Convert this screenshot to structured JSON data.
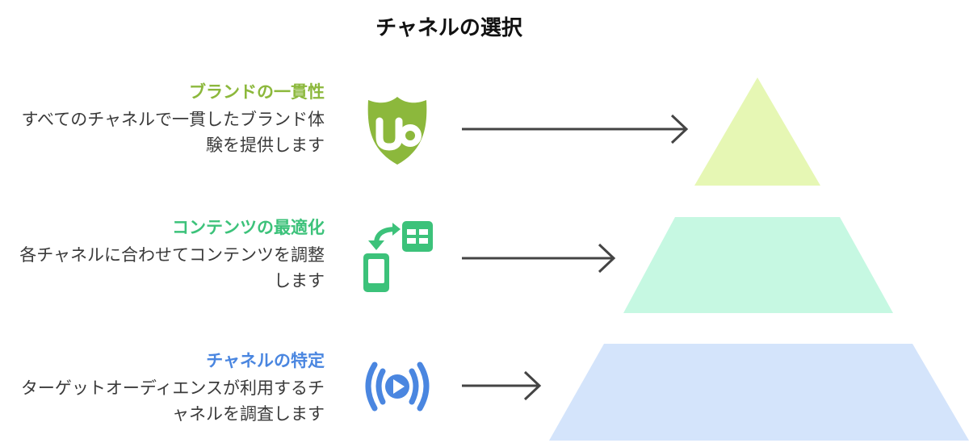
{
  "title": "チャネルの選択",
  "rows": [
    {
      "heading": "ブランドの一貫性",
      "description": "すべてのチャネルで一貫したブランド体\n験を提供します",
      "color": "#8cb83c",
      "icon": "shield-uo-icon"
    },
    {
      "heading": "コンテンツの最適化",
      "description": "各チャネルに合わせてコンテンツを調整\nします",
      "color": "#3cc27a",
      "icon": "phone-sync-icon"
    },
    {
      "heading": "チャネルの特定",
      "description": "ターゲットオーディエンスが利用するチ\nャネルを調査します",
      "color": "#4a86e0",
      "icon": "broadcast-play-icon"
    }
  ],
  "pyramid": {
    "colors": [
      "#e6f7b4",
      "#c6f8e2",
      "#d4e4fb"
    ]
  }
}
